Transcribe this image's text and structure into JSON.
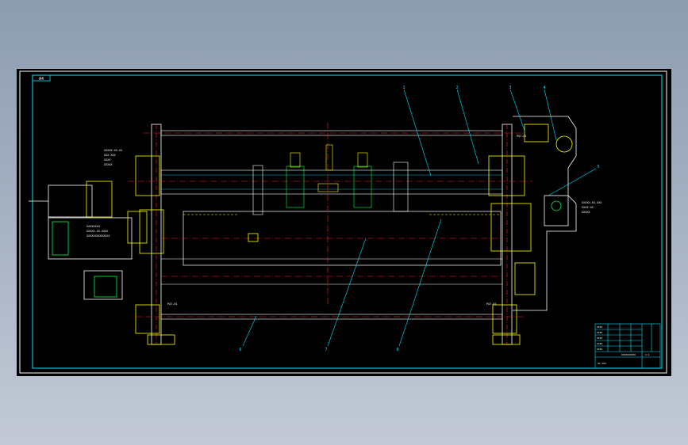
{
  "sheet": {
    "tag_label": "A4",
    "colors": {
      "background": "#000000",
      "frame": "#ffffff",
      "cyan": "#00e5ff",
      "green": "#00ff3c",
      "yellow": "#ffff00",
      "red": "#ff2a2a",
      "white": "#ffffff",
      "canvas_bg": "#9aa7b8"
    }
  },
  "drawing": {
    "callouts": [
      "1",
      "2",
      "3",
      "4",
      "5",
      "6",
      "7",
      "8"
    ],
    "dimension_labels": [
      "PA7-01",
      "PA7-01",
      "PA7-01"
    ],
    "note_blocks": {
      "left_top": [
        "XXXXX-XX-XX",
        "XXX XXX",
        "XXXX",
        "XXXXX"
      ],
      "motor_nameplate": [
        "XXXXXXXX",
        "XXXXX-XX-XXXX",
        "XXXXXXXXXXXXXX"
      ],
      "right_side": [
        "XXXXX-XX-XXX",
        "XXXX XX",
        "XXXXX"
      ]
    }
  },
  "title_block": {
    "rows": [
      "XXXX",
      "XXXX",
      "XXXX",
      "XXXX",
      "XXXX",
      "XXXX"
    ],
    "drawing_name": "XXXXXXXXXX",
    "scale": "1:1",
    "sheet_no": "XX XXX"
  }
}
